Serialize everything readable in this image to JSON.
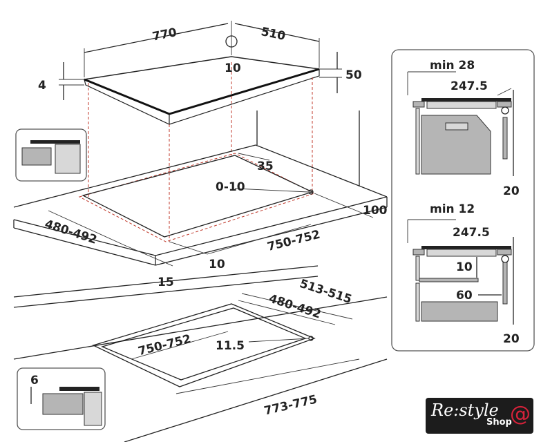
{
  "top_view": {
    "width_770": "770",
    "depth_510": "510",
    "corner_10": "10",
    "glass_4": "4",
    "height_50": "50",
    "gap_35": "35",
    "offset_0_10": "0-10",
    "back_100": "100",
    "cut_depth": "480-492",
    "cut_width": "750-752",
    "front_10": "10",
    "front_15": "15"
  },
  "flush_view": {
    "outer_depth": "513-515",
    "cut_depth": "480-492",
    "cut_width": "750-752",
    "radius": "11.5",
    "outer_width": "773-775",
    "recess_6": "6"
  },
  "side_panel": {
    "upper": {
      "min_label": "min 28",
      "clearance": "247.5",
      "wall_gap": "20"
    },
    "lower": {
      "min_label": "min 12",
      "clearance": "247.5",
      "gap_10": "10",
      "gap_60": "60",
      "wall_gap": "20"
    }
  },
  "logo": {
    "text": "Re:style",
    "sub": "Shop",
    "symbol": "@"
  }
}
